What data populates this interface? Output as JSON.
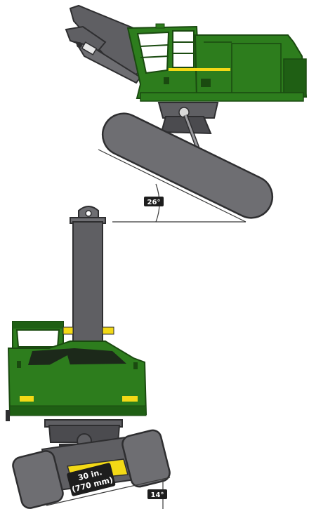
{
  "labels": {
    "tilt_angle": "26°",
    "track_angle": "14°",
    "clearance_line1": "30 in.",
    "clearance_line2": "(770 mm)"
  },
  "colors": {
    "machine_green": "#2d7d1d",
    "machine_green_dark": "#1f5f14",
    "undercarriage_gray": "#5f5f63",
    "track_gray": "#6e6e72",
    "accent_yellow": "#f3d916",
    "label_bg": "#1d1d1d",
    "line": "#3a3a3a"
  }
}
